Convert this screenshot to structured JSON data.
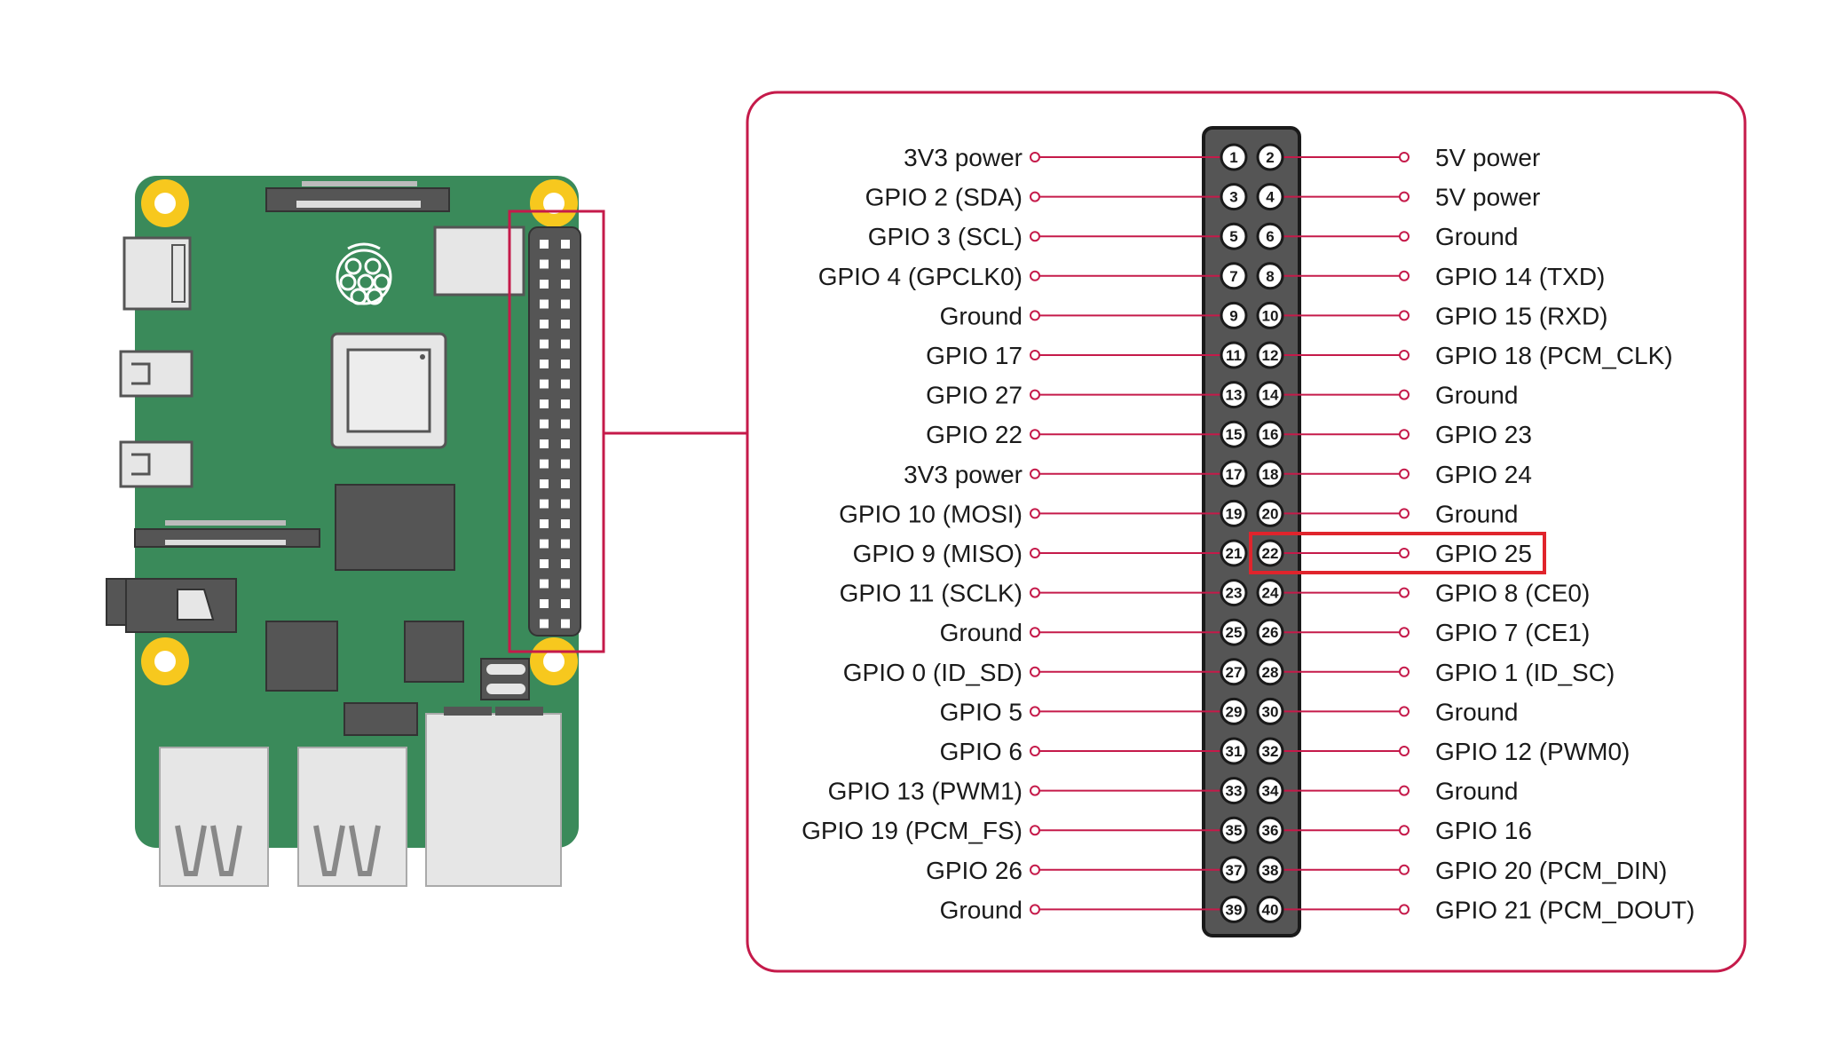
{
  "colors": {
    "accent": "#c51a4a",
    "highlight": "#e0242c",
    "board": "#3a8a5a",
    "header_block": "#555555",
    "mount_hole": "#f7c81e"
  },
  "highlighted_pin": 22,
  "left_labels": [
    "3V3 power",
    "GPIO 2 (SDA)",
    "GPIO 3 (SCL)",
    "GPIO 4 (GPCLK0)",
    "Ground",
    "GPIO 17",
    "GPIO 27",
    "GPIO 22",
    "3V3 power",
    "GPIO 10 (MOSI)",
    "GPIO 9 (MISO)",
    "GPIO 11 (SCLK)",
    "Ground",
    "GPIO 0 (ID_SD)",
    "GPIO 5",
    "GPIO 6",
    "GPIO 13 (PWM1)",
    "GPIO 19 (PCM_FS)",
    "GPIO 26",
    "Ground"
  ],
  "right_labels": [
    "5V power",
    "5V power",
    "Ground",
    "GPIO 14 (TXD)",
    "GPIO 15 (RXD)",
    "GPIO 18 (PCM_CLK)",
    "Ground",
    "GPIO 23",
    "GPIO 24",
    "Ground",
    "GPIO 25",
    "GPIO 8 (CE0)",
    "GPIO 7 (CE1)",
    "GPIO 1 (ID_SC)",
    "Ground",
    "GPIO 12 (PWM0)",
    "Ground",
    "GPIO 16",
    "GPIO 20 (PCM_DIN)",
    "GPIO 21 (PCM_DOUT)"
  ],
  "icons": {
    "board": "raspberry-pi-board-icon",
    "logo": "raspberry-logo-icon"
  }
}
